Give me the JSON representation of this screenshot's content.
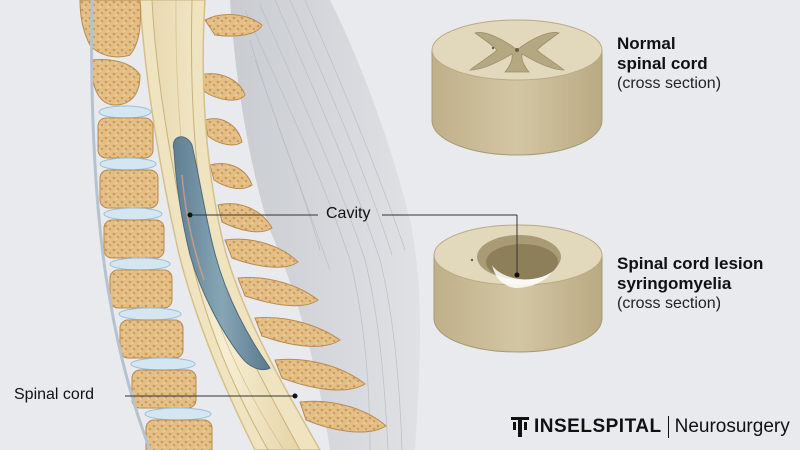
{
  "labels": {
    "normal_title_line1": "Normal",
    "normal_title_line2": "spinal cord",
    "normal_sub": "(cross section)",
    "lesion_title_line1": "Spinal cord lesion",
    "lesion_title_line2": "syringomyelia",
    "lesion_sub": "(cross section)",
    "cavity": "Cavity",
    "spinal_cord": "Spinal cord"
  },
  "brand": {
    "name_part1": "INSEL",
    "name_part2": "SPITAL",
    "department": "Neurosurgery"
  },
  "colors": {
    "background": "#e8eaee",
    "bone": "#d9b27a",
    "disc": "#cfe3ef",
    "cord": "#f1e6c8",
    "cavity": "#6e8fa0",
    "muscle": "#cfd2d6",
    "section_tissue": "#d8cdb0",
    "section_grey_matter": "#b6aa88"
  }
}
